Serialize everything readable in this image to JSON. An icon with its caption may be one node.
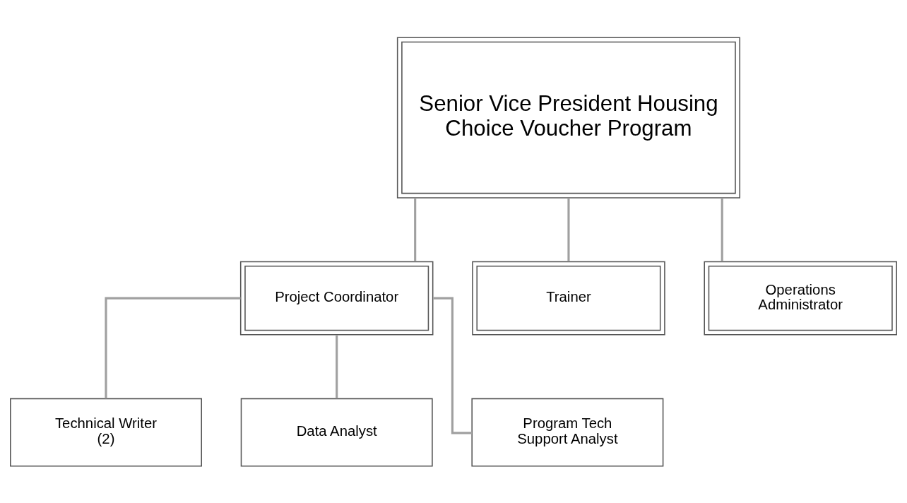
{
  "diagram": {
    "nodes": [
      {
        "text": [
          "Senior Vice President Housing Choice Voucher Program"
        ]
      },
      {
        "text": [
          "Project Coordinator"
        ]
      },
      {
        "text": [
          "Trainer"
        ]
      },
      {
        "text": [
          "Operations Administrator"
        ]
      },
      {
        "text": [
          "Technical Writer (2)"
        ]
      },
      {
        "text": [
          "Data Analyst"
        ]
      },
      {
        "text": [
          "Program Tech Support Analyst"
        ]
      }
    ],
    "edges": [
      {
        "from": 0,
        "to": 1,
        "arrow": "none"
      },
      {
        "from": 0,
        "to": 2,
        "arrow": "none"
      },
      {
        "from": 0,
        "to": 3,
        "arrow": "none"
      },
      {
        "from": 1,
        "to": 4,
        "arrow": "none"
      },
      {
        "from": 1,
        "to": 5,
        "arrow": "none"
      },
      {
        "from": 1,
        "to": 6,
        "arrow": "none"
      }
    ]
  }
}
